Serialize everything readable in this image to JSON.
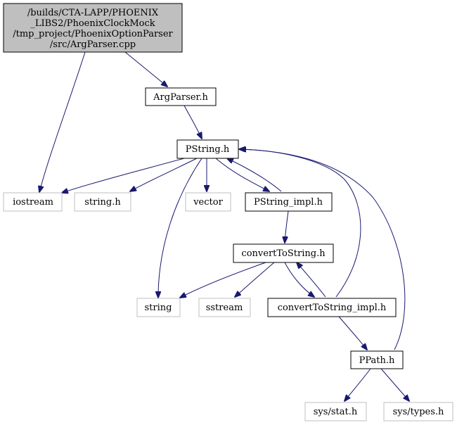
{
  "diagram": {
    "edge_color": "#191970",
    "root_fill": "#bfbfbf",
    "external_border": "#bfbfbf",
    "nodes": {
      "argparser_cpp": {
        "lines": [
          "/builds/CTA-LAPP/PHOENIX",
          "_LIBS2/PhoenixClockMock",
          "/tmp_project/PhoenixOptionParser",
          "/src/ArgParser.cpp"
        ]
      },
      "argparser_h": {
        "label": "ArgParser.h"
      },
      "pstring_h": {
        "label": "PString.h"
      },
      "iostream": {
        "label": "iostream"
      },
      "string_h": {
        "label": "string.h"
      },
      "vector": {
        "label": "vector"
      },
      "pstring_impl_h": {
        "label": "PString_impl.h"
      },
      "converttostring_h": {
        "label": "convertToString.h"
      },
      "string": {
        "label": "string"
      },
      "sstream": {
        "label": "sstream"
      },
      "converttostring_impl_h": {
        "label": "convertToString_impl.h"
      },
      "ppath_h": {
        "label": "PPath.h"
      },
      "sys_stat_h": {
        "label": "sys/stat.h"
      },
      "sys_types_h": {
        "label": "sys/types.h"
      }
    },
    "edges": [
      [
        "argparser_cpp",
        "iostream"
      ],
      [
        "argparser_cpp",
        "argparser_h"
      ],
      [
        "argparser_h",
        "pstring_h"
      ],
      [
        "pstring_h",
        "iostream"
      ],
      [
        "pstring_h",
        "string_h"
      ],
      [
        "pstring_h",
        "vector"
      ],
      [
        "pstring_h",
        "string"
      ],
      [
        "pstring_h",
        "pstring_impl_h"
      ],
      [
        "pstring_impl_h",
        "pstring_h"
      ],
      [
        "pstring_impl_h",
        "converttostring_h"
      ],
      [
        "converttostring_h",
        "string"
      ],
      [
        "converttostring_h",
        "sstream"
      ],
      [
        "converttostring_h",
        "converttostring_impl_h"
      ],
      [
        "converttostring_impl_h",
        "converttostring_h"
      ],
      [
        "converttostring_impl_h",
        "pstring_h"
      ],
      [
        "converttostring_impl_h",
        "ppath_h"
      ],
      [
        "ppath_h",
        "pstring_h"
      ],
      [
        "ppath_h",
        "sys_stat_h"
      ],
      [
        "ppath_h",
        "sys_types_h"
      ]
    ]
  }
}
